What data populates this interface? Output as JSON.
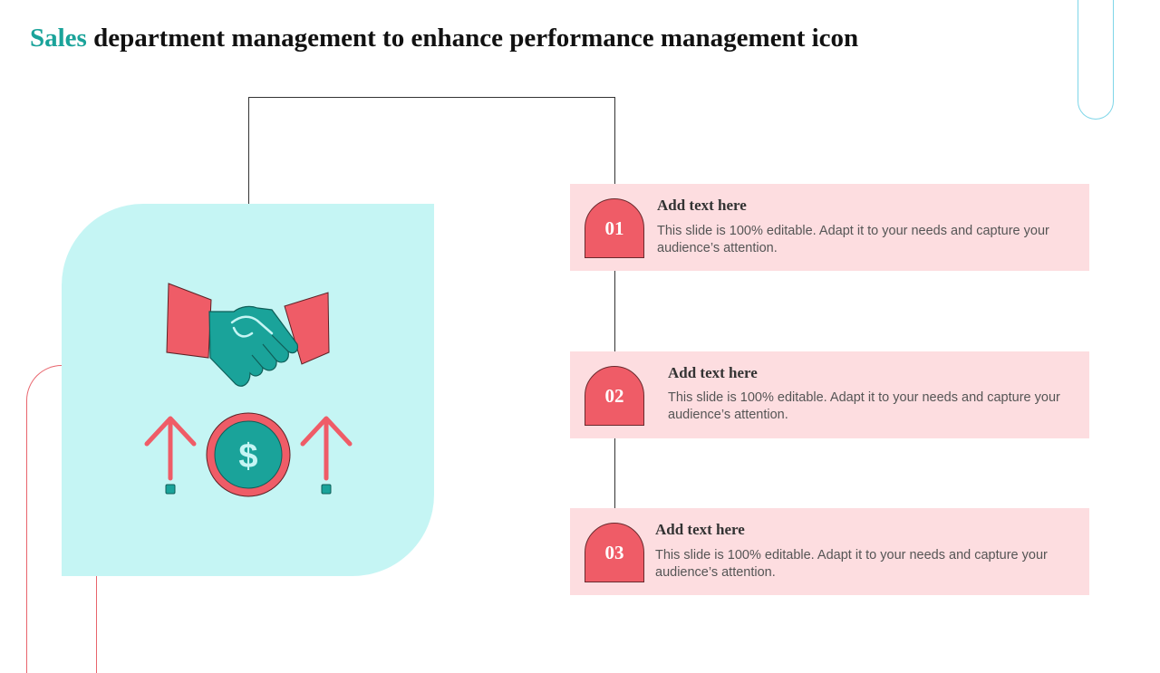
{
  "title": {
    "accent": "Sales",
    "rest": " department management to enhance performance management icon"
  },
  "colors": {
    "accent_teal": "#1aa39a",
    "panel_cyan": "#c5f5f4",
    "card_pink": "#fddde0",
    "badge_red": "#ef5c67"
  },
  "icon": {
    "name": "handshake-dollar-growth-icon",
    "dollar_symbol": "$"
  },
  "items": [
    {
      "number": "01",
      "heading": "Add text here",
      "body": "This slide is 100% editable. Adapt it to your needs and capture your audience’s attention."
    },
    {
      "number": "02",
      "heading": "Add text here",
      "body": "This slide is 100% editable. Adapt it to your needs and capture your audience’s attention."
    },
    {
      "number": "03",
      "heading": "Add text here",
      "body": "This slide is 100% editable. Adapt it to your needs and capture your audience’s attention."
    }
  ]
}
